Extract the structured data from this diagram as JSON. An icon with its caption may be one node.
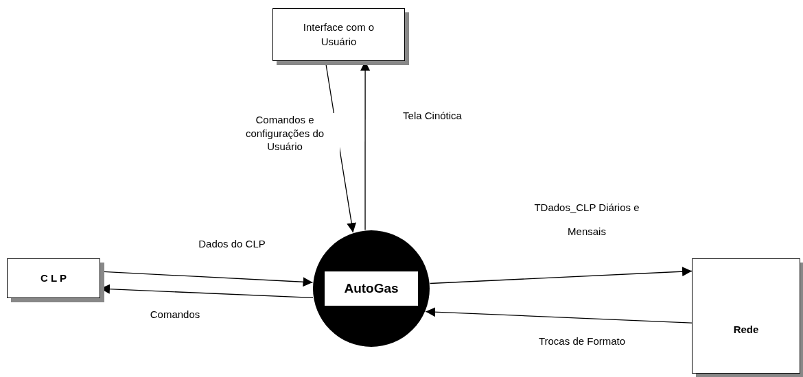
{
  "diagram": {
    "nodes": [
      {
        "text": [
          "Interface com o Usuário"
        ]
      },
      {
        "text": [
          "C L P"
        ]
      },
      {
        "text": [
          "AutoGas"
        ]
      },
      {
        "text": [
          "Rede"
        ]
      }
    ],
    "edges": [
      {
        "from": 0,
        "to": 2,
        "arrow": "to",
        "label": "Comandos e configurações do Usuário"
      },
      {
        "from": 2,
        "to": 0,
        "arrow": "to",
        "label": "Tela Cinótica"
      },
      {
        "from": 1,
        "to": 2,
        "arrow": "to",
        "label": "Dados do CLP"
      },
      {
        "from": 2,
        "to": 1,
        "arrow": "to",
        "label": "Comandos"
      },
      {
        "from": 2,
        "to": 3,
        "arrow": "to",
        "label": "TDados_CLP Diários e Mensais"
      },
      {
        "from": 3,
        "to": 2,
        "arrow": "to",
        "label": "Trocas de Formato"
      }
    ]
  }
}
